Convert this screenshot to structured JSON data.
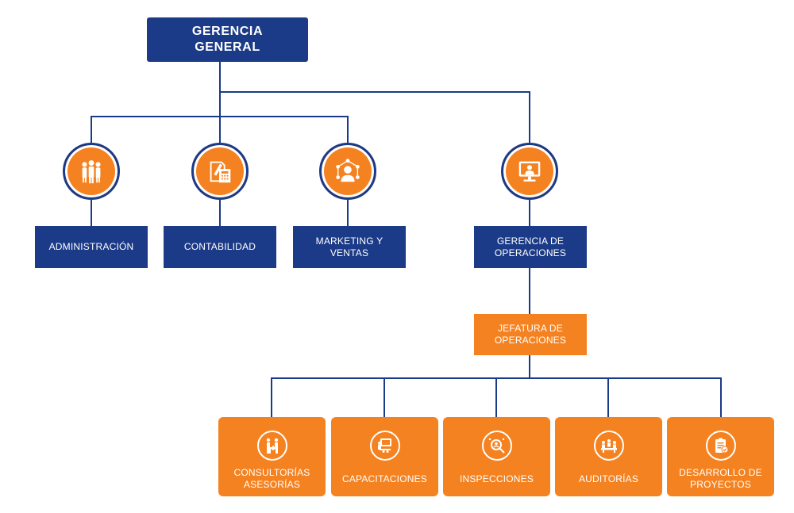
{
  "root": {
    "label": "GERENCIA\nGENERAL"
  },
  "departments": [
    {
      "label": "ADMINISTRACIÓN",
      "icon": "people-group-icon"
    },
    {
      "label": "CONTABILIDAD",
      "icon": "calculator-document-icon"
    },
    {
      "label": "MARKETING Y\nVENTAS",
      "icon": "network-person-icon"
    },
    {
      "label": "GERENCIA DE\nOPERACIONES",
      "icon": "monitor-presenter-icon"
    }
  ],
  "sub_manager": {
    "label": "JEFATURA DE\nOPERACIONES"
  },
  "services": [
    {
      "label": "CONSULTORÍAS\nASESORÍAS",
      "icon": "handshake-icon"
    },
    {
      "label": "CAPACITACIONES",
      "icon": "training-board-icon"
    },
    {
      "label": "INSPECCIONES",
      "icon": "magnifier-inspection-icon"
    },
    {
      "label": "AUDITORÍAS",
      "icon": "meeting-table-icon"
    },
    {
      "label": "DESARROLLO DE\nPROYECTOS",
      "icon": "clipboard-check-icon"
    }
  ],
  "colors": {
    "navy": "#1b3a87",
    "orange": "#f58220",
    "white": "#ffffff"
  }
}
